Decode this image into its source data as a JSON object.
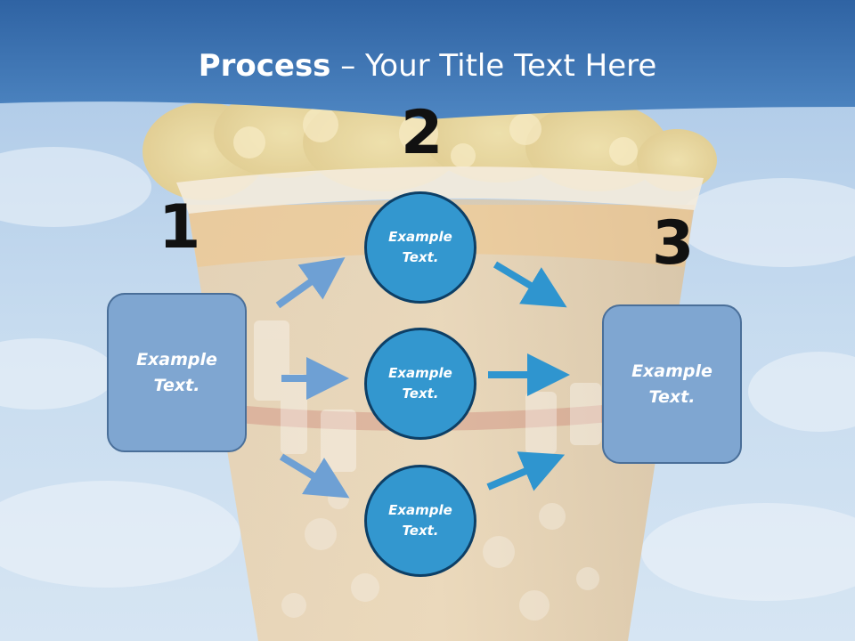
{
  "slide": {
    "title_bold": "Process",
    "title_rest": " – Your Title Text Here",
    "numbers": {
      "one": "1",
      "two": "2",
      "three": "3"
    },
    "left_box": {
      "text": "Example\nText."
    },
    "right_box": {
      "text": "Example\nText."
    },
    "circles": [
      {
        "text": "Example\nText."
      },
      {
        "text": "Example\nText."
      },
      {
        "text": "Example\nText."
      }
    ]
  },
  "colors": {
    "header_blue": "#3e72ad",
    "sky": "#b9d2ea",
    "box_fill": "#7fa6d1",
    "box_border": "#4a6f99",
    "circle_fill": "#3397cf",
    "circle_border": "#0d3f66",
    "arrow_left": "#6ea0d4",
    "arrow_right": "#2f95cf"
  },
  "background": {
    "image": "popcorn-bucket-photo"
  }
}
